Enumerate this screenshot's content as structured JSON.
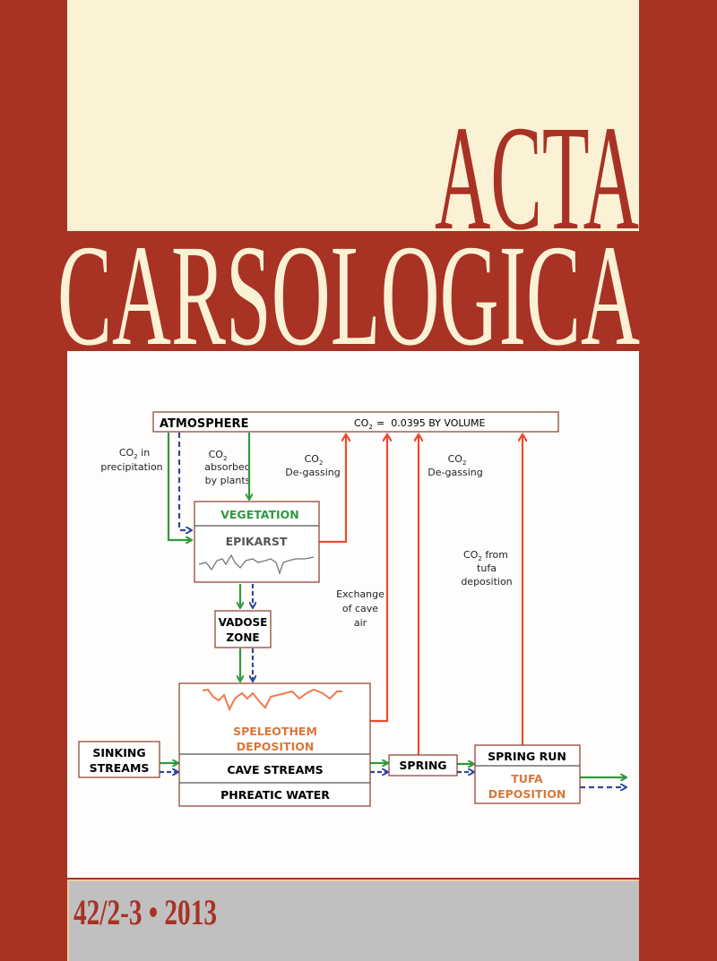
{
  "journal": {
    "title_line1": "ACTA",
    "title_line2": "CARSOLOGICA",
    "issue": "42/2-3 • 2013"
  },
  "colors": {
    "red": "#a83224",
    "cream": "#fbf1d4",
    "green": "#2e9a3c",
    "blue": "#3247a0",
    "orange_red": "#ef4a2e",
    "orange": "#d9773a"
  },
  "diagram": {
    "atmosphere": "ATMOSPHERE",
    "co2_label": "CO",
    "co2_sub": "2",
    "co2_value": "=  0.0395 BY VOLUME",
    "labels": {
      "precip_1": "in",
      "precip_2": "precipitation",
      "plants_2": "absorbed",
      "plants_3": "by plants",
      "degas_a": "De-gassing",
      "degas_b": "De-gassing",
      "exchange_1": "Exchange",
      "exchange_2": "of cave",
      "exchange_3": "air",
      "tufa_1": "from",
      "tufa_2": "tufa",
      "tufa_3": "deposition"
    },
    "boxes": {
      "vegetation": "VEGETATION",
      "epikarst": "EPIKARST",
      "vadose_1": "VADOSE",
      "vadose_2": "ZONE",
      "speleothem_1": "SPELEOTHEM",
      "speleothem_2": "DEPOSITION",
      "cave_streams": "CAVE STREAMS",
      "phreatic": "PHREATIC WATER",
      "sinking_1": "SINKING",
      "sinking_2": "STREAMS",
      "spring": "SPRING",
      "spring_run": "SPRING RUN",
      "tufa_1": "TUFA",
      "tufa_2": "DEPOSITION"
    }
  }
}
